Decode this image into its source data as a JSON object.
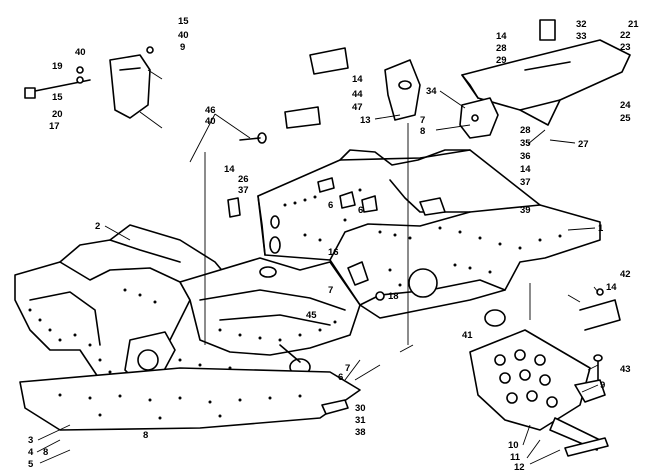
{
  "diagram": {
    "callouts": [
      {
        "id": "c1",
        "label": "1"
      },
      {
        "id": "c2",
        "label": "2"
      },
      {
        "id": "c3",
        "label": "3"
      },
      {
        "id": "c4",
        "label": "4"
      },
      {
        "id": "c5",
        "label": "5"
      },
      {
        "id": "c6a",
        "label": "6"
      },
      {
        "id": "c6b",
        "label": "6"
      },
      {
        "id": "c6c",
        "label": "6"
      },
      {
        "id": "c7a",
        "label": "7"
      },
      {
        "id": "c7b",
        "label": "7"
      },
      {
        "id": "c7c",
        "label": "7"
      },
      {
        "id": "c8a",
        "label": "8"
      },
      {
        "id": "c8b",
        "label": "8"
      },
      {
        "id": "c8c",
        "label": "8"
      },
      {
        "id": "c9a",
        "label": "9"
      },
      {
        "id": "c9b",
        "label": "9"
      },
      {
        "id": "c10",
        "label": "10"
      },
      {
        "id": "c11",
        "label": "11"
      },
      {
        "id": "c12",
        "label": "12"
      },
      {
        "id": "c13",
        "label": "13"
      },
      {
        "id": "c14a",
        "label": "14"
      },
      {
        "id": "c14b",
        "label": "14"
      },
      {
        "id": "c14c",
        "label": "14"
      },
      {
        "id": "c14d",
        "label": "14"
      },
      {
        "id": "c14e",
        "label": "14"
      },
      {
        "id": "c15a",
        "label": "15"
      },
      {
        "id": "c15b",
        "label": "15"
      },
      {
        "id": "c16",
        "label": "16"
      },
      {
        "id": "c17",
        "label": "17"
      },
      {
        "id": "c18",
        "label": "18"
      },
      {
        "id": "c19",
        "label": "19"
      },
      {
        "id": "c20",
        "label": "20"
      },
      {
        "id": "c21",
        "label": "21"
      },
      {
        "id": "c22",
        "label": "22"
      },
      {
        "id": "c23",
        "label": "23"
      },
      {
        "id": "c24",
        "label": "24"
      },
      {
        "id": "c25",
        "label": "25"
      },
      {
        "id": "c26",
        "label": "26"
      },
      {
        "id": "c27",
        "label": "27"
      },
      {
        "id": "c28a",
        "label": "28"
      },
      {
        "id": "c28b",
        "label": "28"
      },
      {
        "id": "c29",
        "label": "29"
      },
      {
        "id": "c30",
        "label": "30"
      },
      {
        "id": "c31",
        "label": "31"
      },
      {
        "id": "c32",
        "label": "32"
      },
      {
        "id": "c33",
        "label": "33"
      },
      {
        "id": "c34",
        "label": "34"
      },
      {
        "id": "c35",
        "label": "35"
      },
      {
        "id": "c36",
        "label": "36"
      },
      {
        "id": "c37a",
        "label": "37"
      },
      {
        "id": "c37b",
        "label": "37"
      },
      {
        "id": "c38",
        "label": "38"
      },
      {
        "id": "c39",
        "label": "39"
      },
      {
        "id": "c40a",
        "label": "40"
      },
      {
        "id": "c40b",
        "label": "40"
      },
      {
        "id": "c40c",
        "label": "40"
      },
      {
        "id": "c41",
        "label": "41"
      },
      {
        "id": "c42",
        "label": "42"
      },
      {
        "id": "c43",
        "label": "43"
      },
      {
        "id": "c44",
        "label": "44"
      },
      {
        "id": "c45",
        "label": "45"
      },
      {
        "id": "c46",
        "label": "46"
      },
      {
        "id": "c47",
        "label": "47"
      }
    ]
  }
}
